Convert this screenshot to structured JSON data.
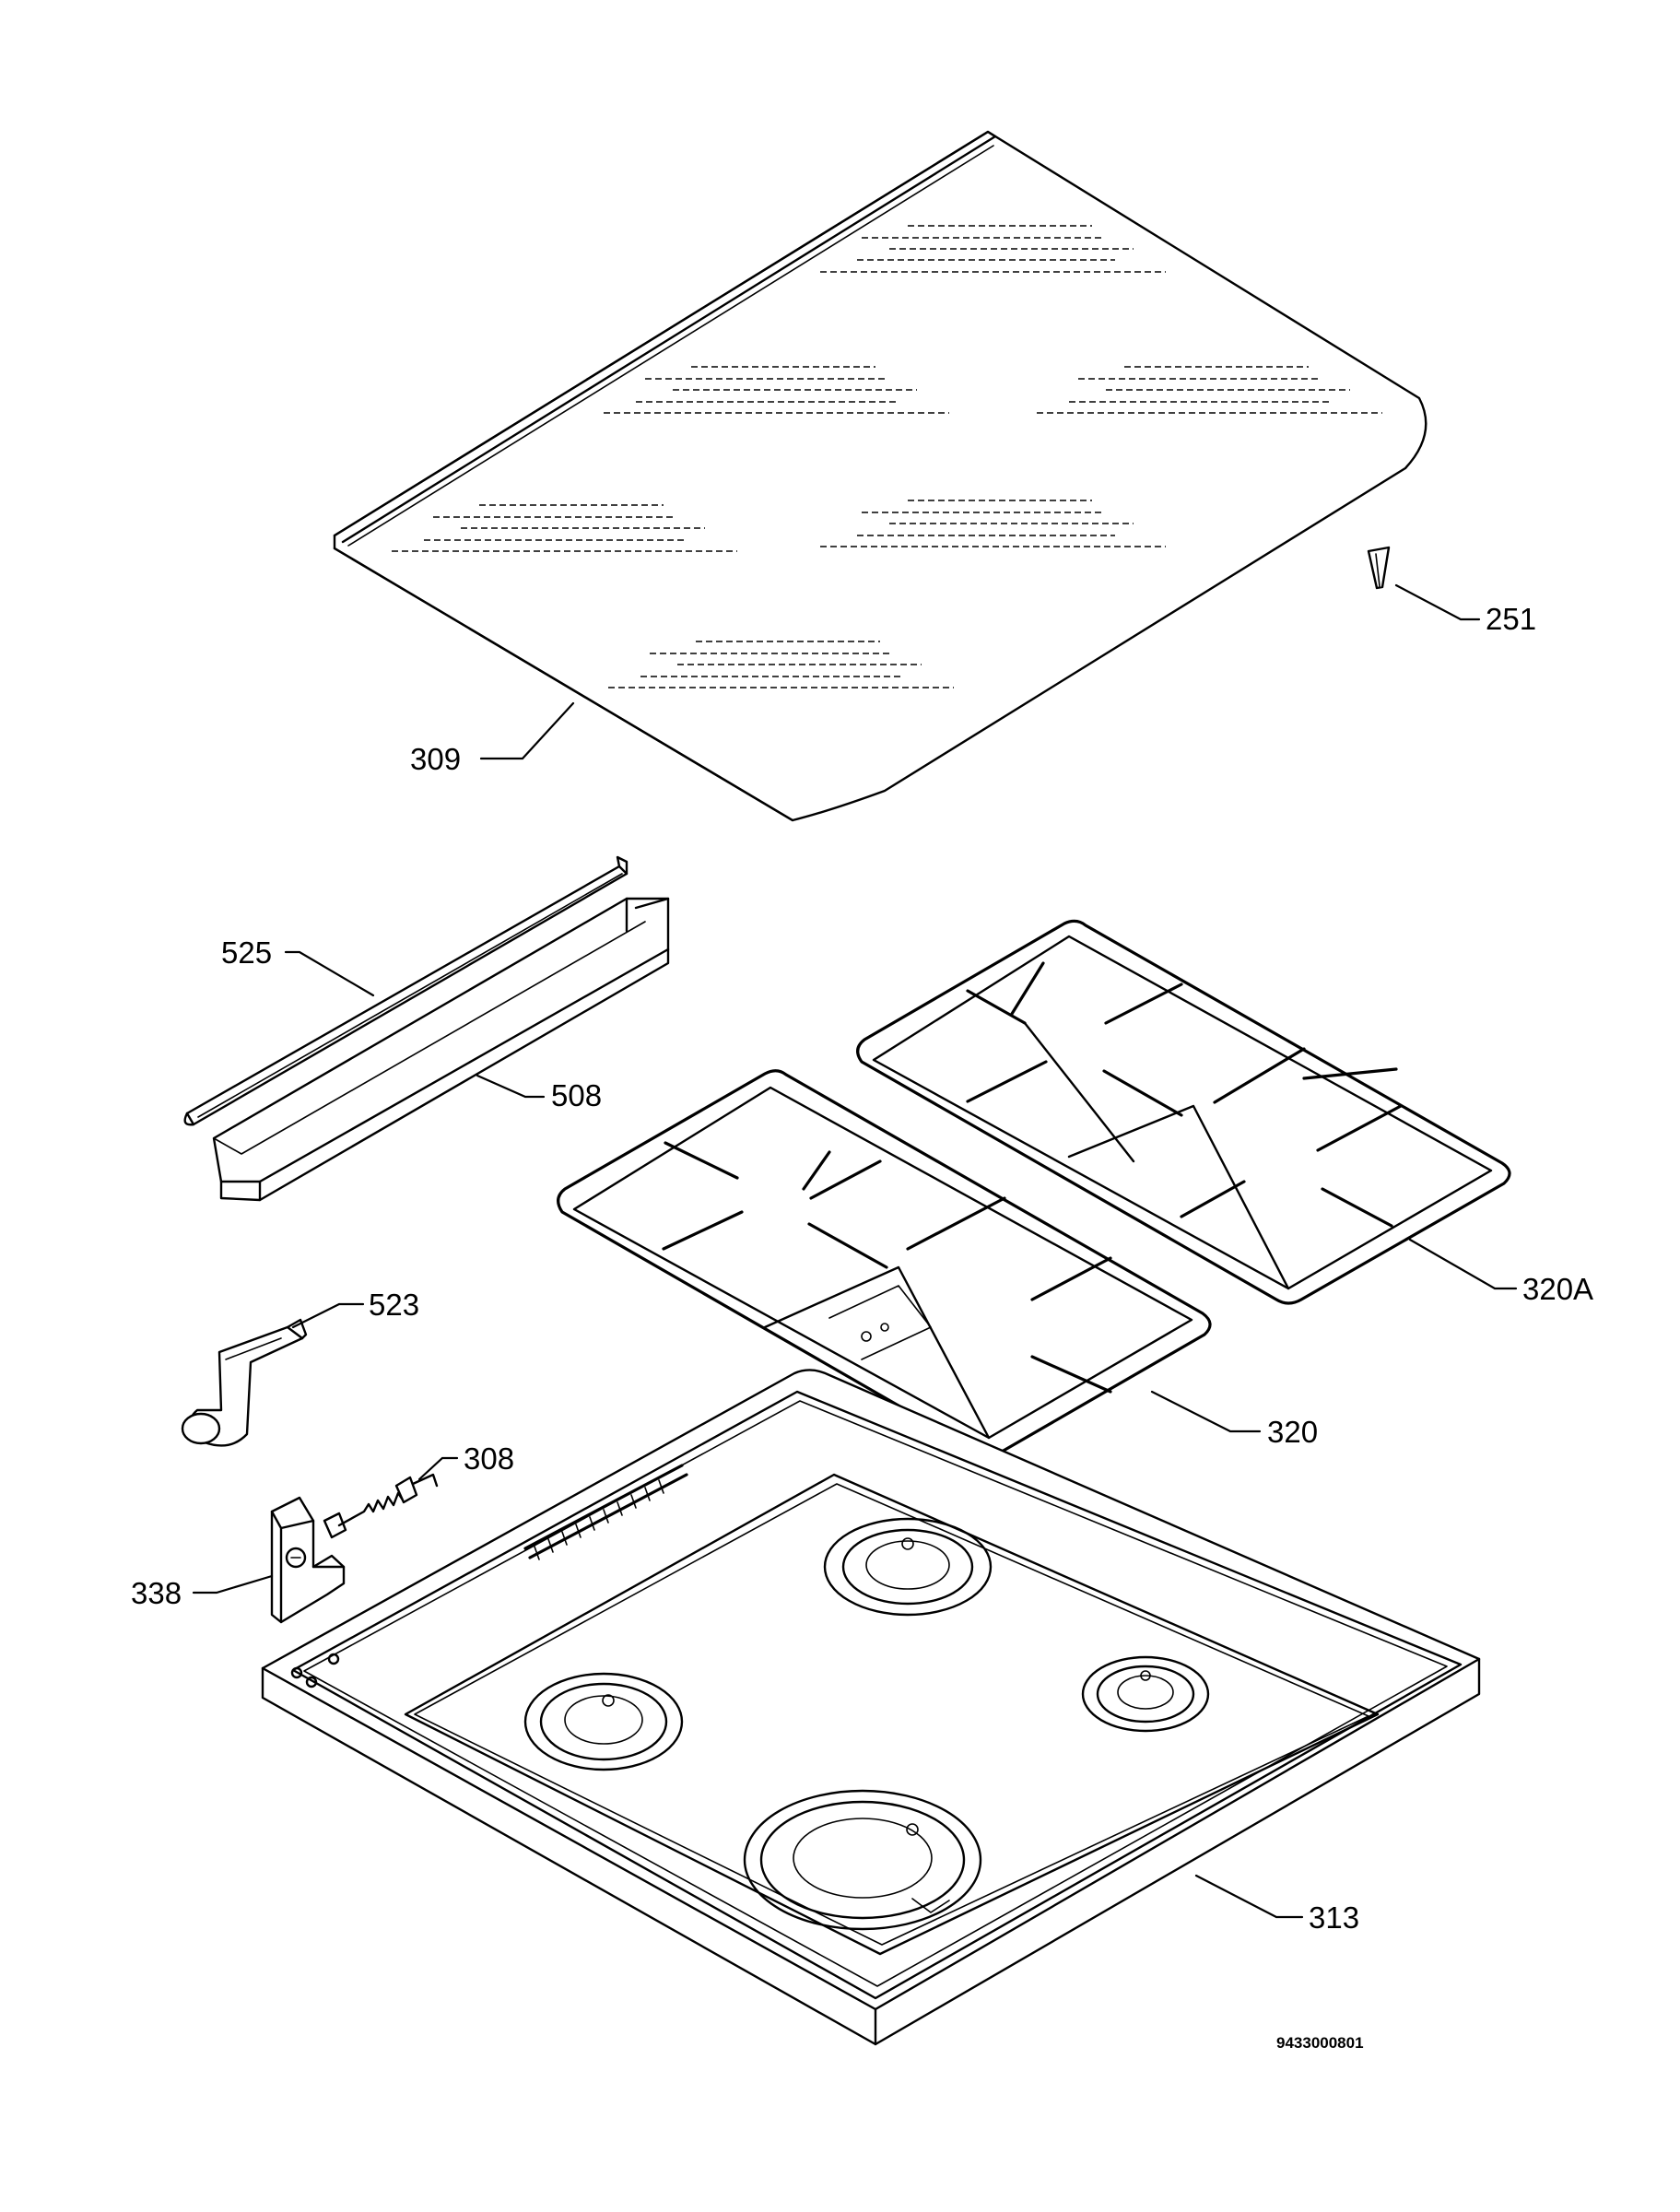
{
  "diagram": {
    "drawing_code": "9433000801",
    "parts": [
      {
        "id": "p309",
        "label": "309"
      },
      {
        "id": "p251",
        "label": "251"
      },
      {
        "id": "p525",
        "label": "525"
      },
      {
        "id": "p508",
        "label": "508"
      },
      {
        "id": "p523",
        "label": "523"
      },
      {
        "id": "p308",
        "label": "308"
      },
      {
        "id": "p338",
        "label": "338"
      },
      {
        "id": "p320A",
        "label": "320A"
      },
      {
        "id": "p320",
        "label": "320"
      },
      {
        "id": "p313",
        "label": "313"
      }
    ]
  }
}
